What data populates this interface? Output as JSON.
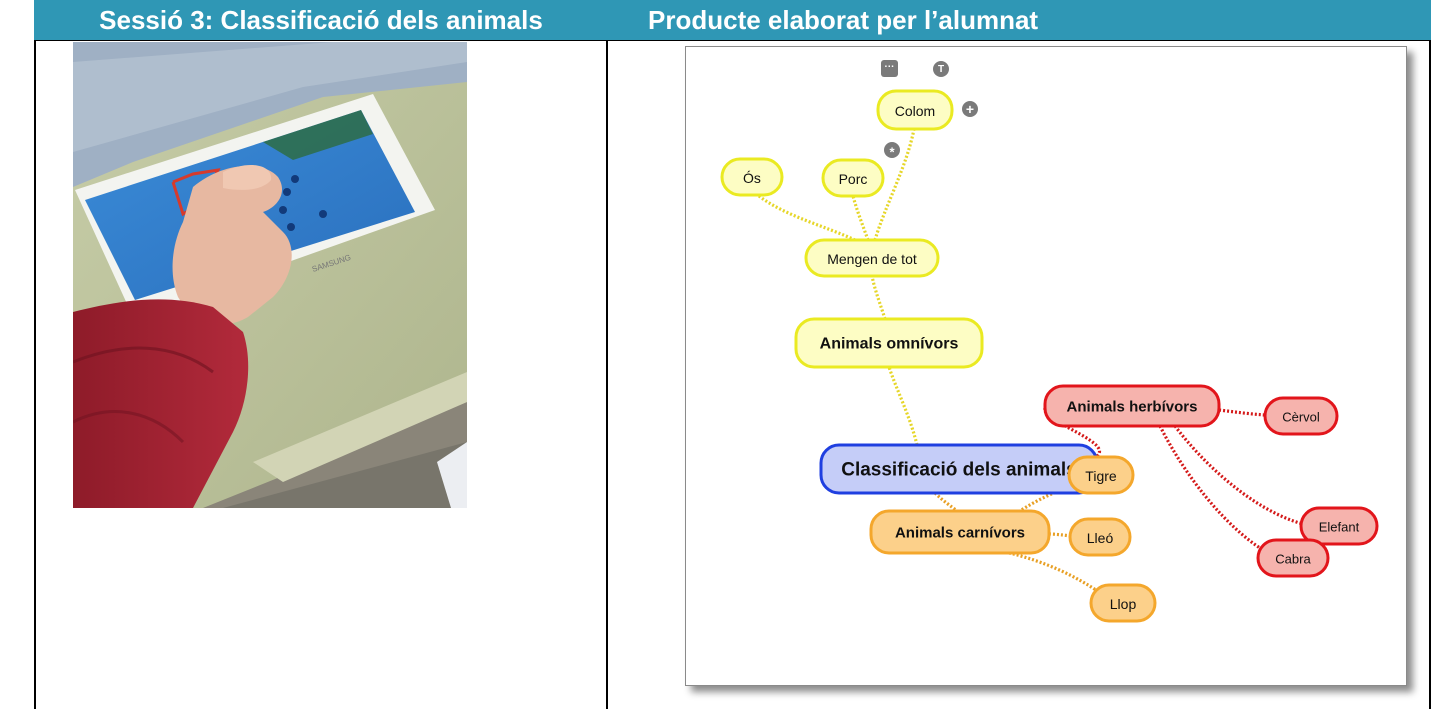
{
  "header": {
    "left_title": "Sessió 3: Classificació dels animals",
    "right_title": "Producte elaborat per l’alumnat"
  },
  "photo": {
    "description_icon": "tablet-photo",
    "tablet_brand": "SAMSUNG"
  },
  "mindmap": {
    "colors": {
      "root_fill": "#c5cdf8",
      "root_stroke": "#1f3fe0",
      "yellow_fill": "#fdfdc4",
      "yellow_stroke": "#eaea22",
      "yellow_link": "#e6d629",
      "red_fill": "#f6b3ad",
      "red_stroke": "#e2151b",
      "red_link": "#d41a1a",
      "orange_fill": "#fcd08a",
      "orange_stroke": "#f4a72c",
      "orange_link": "#e8a025"
    },
    "root": "Classificació dels animals",
    "omnivores": {
      "label": "Animals omnívors",
      "group": "Mengen de tot",
      "items": [
        "Colom",
        "Porc",
        "Ós"
      ]
    },
    "herbivores": {
      "label": "Animals herbívors",
      "items": [
        "Cèrvol",
        "Elefant",
        "Cabra"
      ]
    },
    "carnivores": {
      "label": "Animals carnívors",
      "items": [
        "Tigre",
        "Lleó",
        "Llop"
      ]
    },
    "toolbar_icons": [
      "more-icon",
      "text-icon",
      "add-icon",
      "asterisk-icon"
    ]
  }
}
